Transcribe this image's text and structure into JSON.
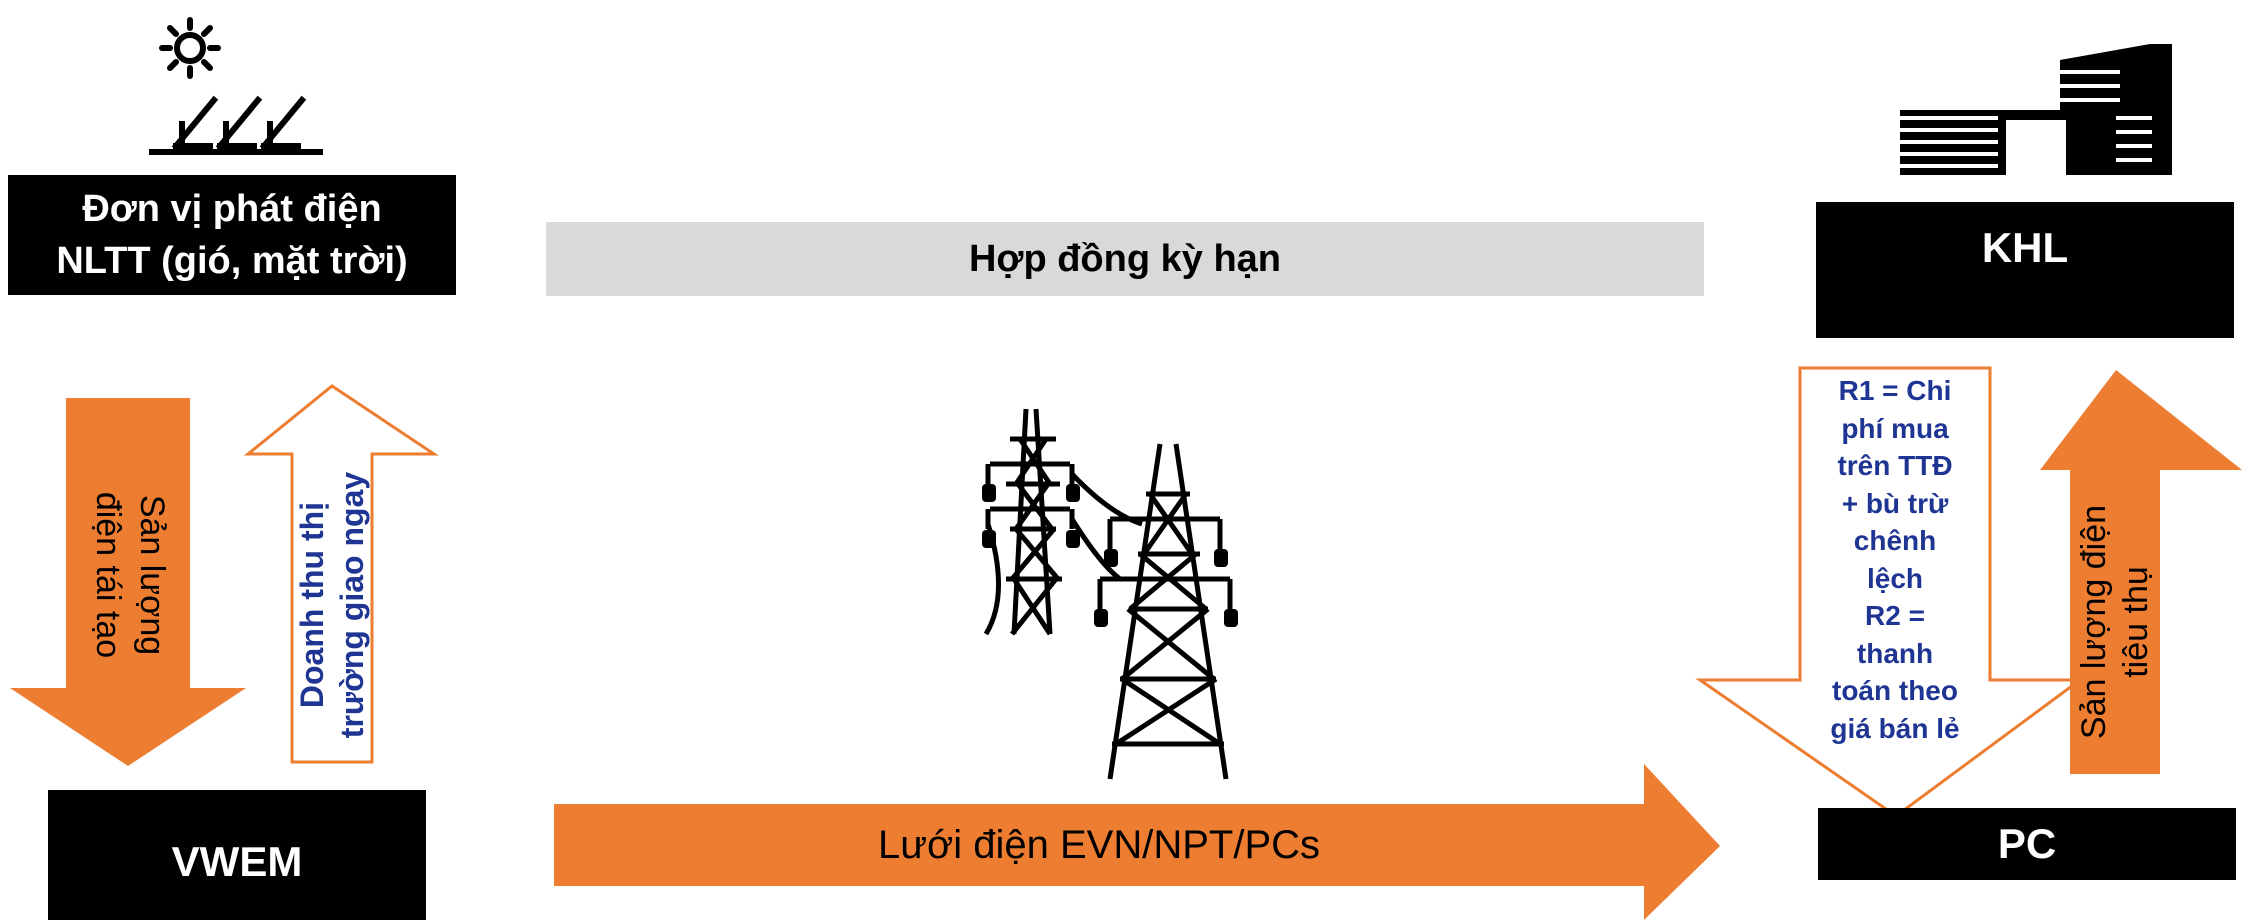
{
  "generator": {
    "lines": [
      "Đơn vị phát điện",
      "NLTT (gió, mặt trời)"
    ]
  },
  "contract": {
    "label": "Hợp đồng kỳ hạn"
  },
  "customer": {
    "label": "KHL"
  },
  "market": {
    "label": "VWEM"
  },
  "pc": {
    "label": "PC"
  },
  "grid": {
    "label": "Lưới điện EVN/NPT/PCs"
  },
  "flows": {
    "renewable_output": {
      "lines": [
        "Sản lượng",
        "điện tái tạo"
      ]
    },
    "spot_revenue": {
      "lines": [
        "Doanh thu thị",
        "trường giao ngay"
      ]
    },
    "payment": {
      "lines": [
        "R1 = Chi",
        "phí mua",
        "trên TTĐ",
        "+ bù trừ",
        "chênh",
        "lệch",
        "R2 =",
        "thanh",
        "toán theo",
        "giá bán lẻ"
      ]
    },
    "consumption": {
      "lines": [
        "Sản lượng điện",
        "tiêu thụ"
      ]
    }
  },
  "icons": {
    "generator": "solar-panel-sun-icon",
    "customer": "building-icon",
    "grid": "transmission-tower-icon"
  },
  "colors": {
    "orange": "#ED7D31",
    "black": "#000000",
    "navy": "#1F3593",
    "gray": "#D9D9D9"
  }
}
